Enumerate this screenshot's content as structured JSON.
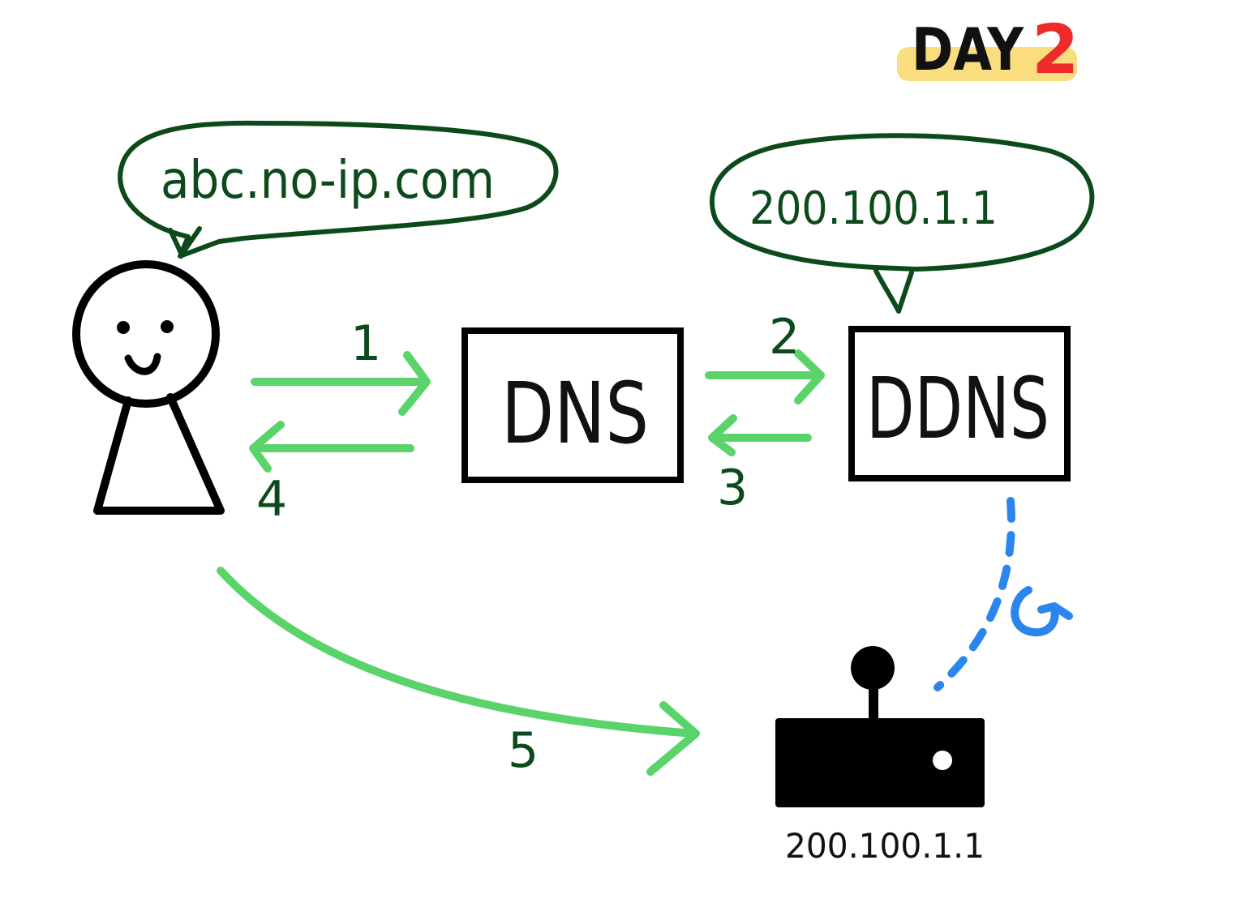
{
  "header": {
    "day_word": "DAY",
    "day_number": "2"
  },
  "bubbles": {
    "user_query": "abc.no-ip.com",
    "ddns_reply": "200.100.1.1"
  },
  "boxes": {
    "dns": "DNS",
    "ddns": "DDNS"
  },
  "steps": [
    "1",
    "2",
    "3",
    "4",
    "5"
  ],
  "device": {
    "ip_label": "200.100.1.1"
  },
  "colors": {
    "ink": "#000000",
    "dark_green": "#0c4a1b",
    "arrow_green": "#5ad46a",
    "highlight_yellow": "#f9dd7e",
    "day_red": "#ee2b2b",
    "update_blue": "#2a86ee"
  },
  "icons": {
    "user": "person-icon",
    "device": "router-icon",
    "update": "refresh-icon"
  }
}
